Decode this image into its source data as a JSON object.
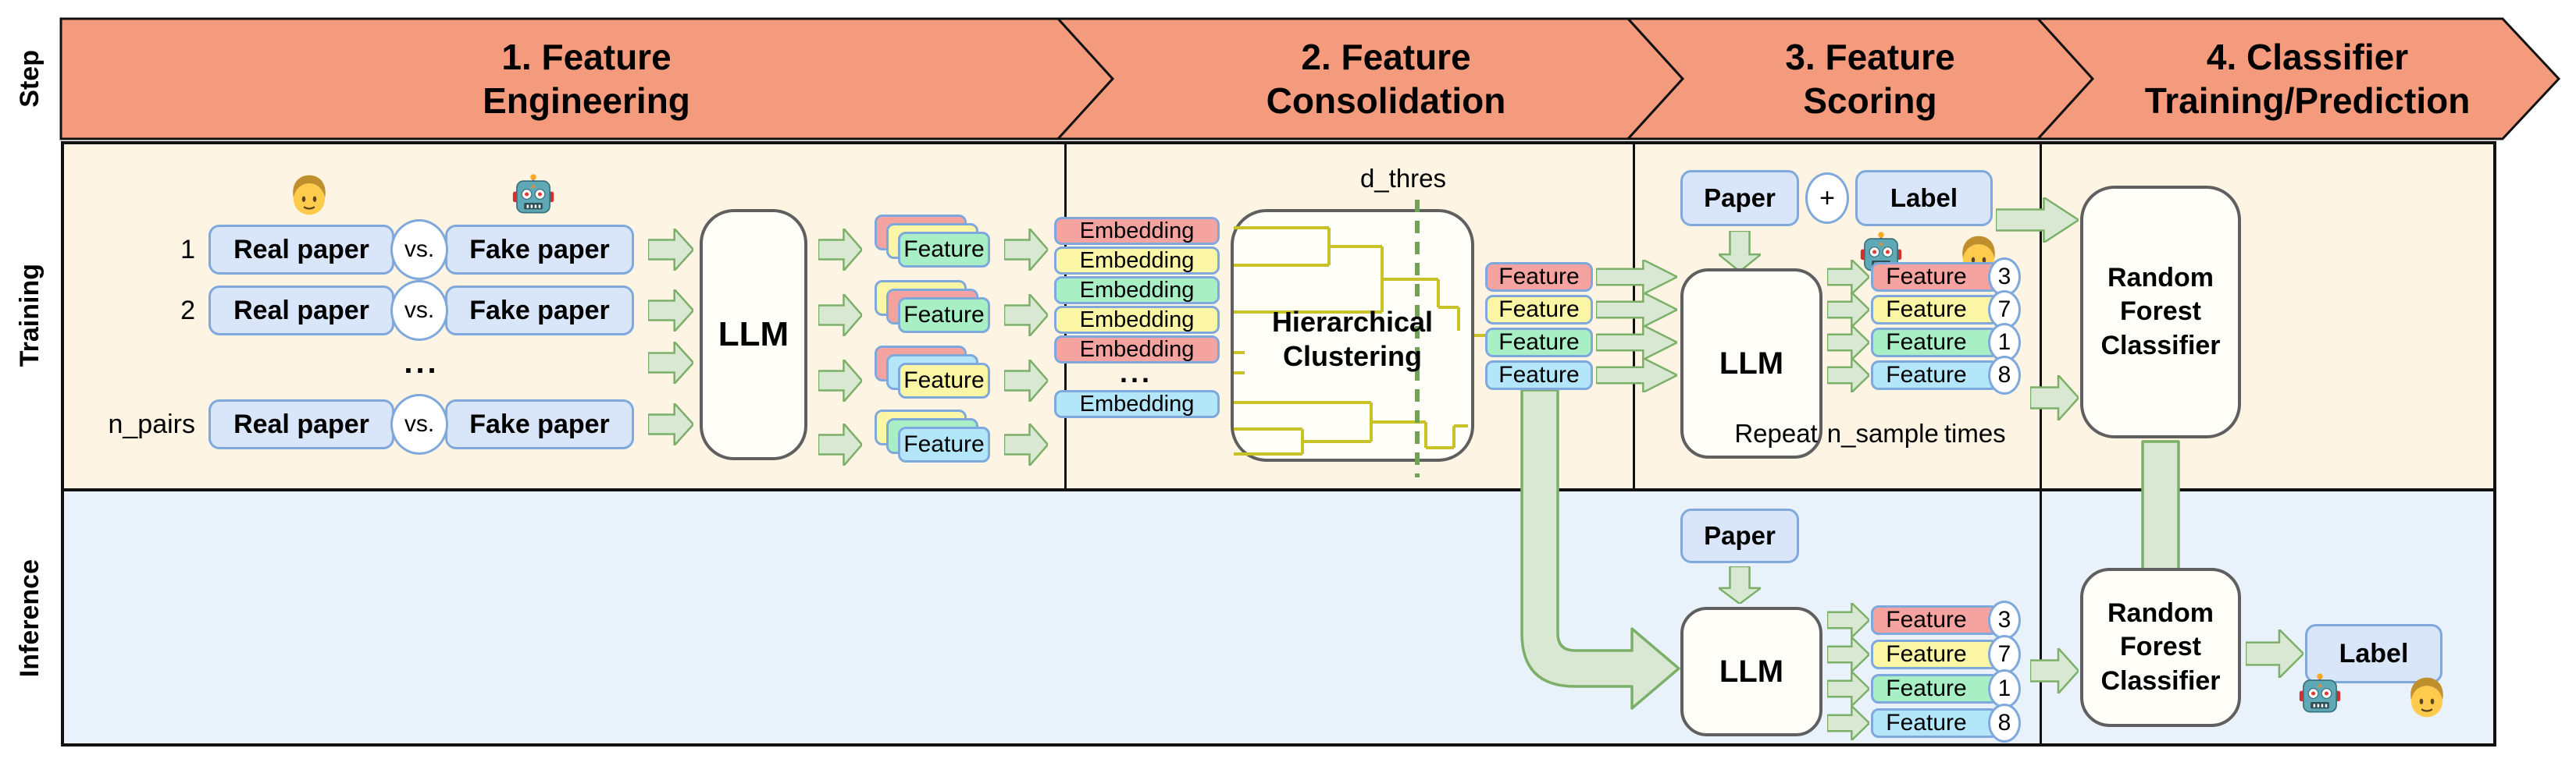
{
  "colors": {
    "header-fill": "#F49B7D",
    "training-bg": "#FDF4E3",
    "inference-bg": "#E9F1FB",
    "blue-fill": "#D9E5F8",
    "blue-stroke": "#7FA8DC",
    "red": "#F5A3A0",
    "yellow": "#FBF6A6",
    "green": "#A9EFC6",
    "cyan": "#B4E6FA",
    "arrow-fill": "#D9E8D2",
    "arrow-stroke": "#7CB069",
    "box-stroke": "#5F5F5F",
    "dendro": "#C9C226",
    "thresh": "#71A256",
    "line": "#111111"
  },
  "header": {
    "row_label": "Step",
    "steps": [
      {
        "line1": "1. Feature",
        "line2": "Engineering"
      },
      {
        "line1": "2. Feature",
        "line2": "Consolidation"
      },
      {
        "line1": "3. Feature",
        "line2": "Scoring"
      },
      {
        "line1": "4. Classifier",
        "line2": "Training/Prediction"
      }
    ]
  },
  "row_labels": {
    "training": "Training",
    "inference": "Inference"
  },
  "engineering": {
    "human_icon": "man-emoji",
    "ai_icon": "robot-emoji",
    "pairs": [
      {
        "index": "1",
        "real": "Real paper",
        "vs": "vs.",
        "fake": "Fake paper"
      },
      {
        "index": "2",
        "real": "Real paper",
        "vs": "vs.",
        "fake": "Fake paper"
      },
      {
        "index": "n_pairs",
        "real": "Real paper",
        "vs": "vs.",
        "fake": "Fake paper"
      }
    ],
    "ellipsis": "...",
    "llm": "LLM",
    "stacks": [
      {
        "label": "Feature",
        "layers": [
          "red",
          "yellow",
          "green"
        ]
      },
      {
        "label": "Feature",
        "layers": [
          "yellow",
          "red",
          "green"
        ]
      },
      {
        "label": "Feature",
        "layers": [
          "red",
          "cyan",
          "yellow"
        ]
      },
      {
        "label": "Feature",
        "layers": [
          "yellow",
          "green",
          "cyan"
        ]
      }
    ]
  },
  "consolidation": {
    "embeddings": [
      {
        "label": "Embedding",
        "color": "red"
      },
      {
        "label": "Embedding",
        "color": "yellow"
      },
      {
        "label": "Embedding",
        "color": "green"
      },
      {
        "label": "Embedding",
        "color": "yellow"
      },
      {
        "label": "Embedding",
        "color": "red"
      },
      {
        "label": "Embedding",
        "color": "cyan"
      }
    ],
    "ellipsis": "...",
    "clustering": {
      "line1": "Hierarchical",
      "line2": "Clustering"
    },
    "threshold": "d_thres",
    "features": [
      {
        "label": "Feature",
        "color": "red"
      },
      {
        "label": "Feature",
        "color": "yellow"
      },
      {
        "label": "Feature",
        "color": "green"
      },
      {
        "label": "Feature",
        "color": "cyan"
      }
    ]
  },
  "scoring": {
    "paper": "Paper",
    "plus": "+",
    "label": "Label",
    "llm": "LLM",
    "scored": [
      {
        "label": "Feature",
        "score": "3",
        "color": "red"
      },
      {
        "label": "Feature",
        "score": "7",
        "color": "yellow"
      },
      {
        "label": "Feature",
        "score": "1",
        "color": "green"
      },
      {
        "label": "Feature",
        "score": "8",
        "color": "cyan"
      }
    ],
    "repeat": {
      "prefix": "Repeat",
      "variable": "n_sample",
      "suffix": "times"
    }
  },
  "classifier": {
    "training_box": {
      "line1": "Random",
      "line2": "Forest",
      "line3": "Classifier"
    },
    "inference_box": {
      "line1": "Random",
      "line2": "Forest",
      "line3": "Classifier"
    }
  },
  "inference": {
    "paper": "Paper",
    "llm": "LLM",
    "label": "Label"
  }
}
